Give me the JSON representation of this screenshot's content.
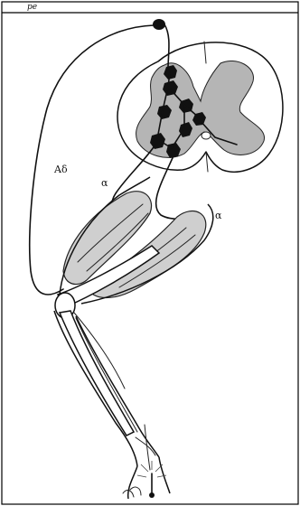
{
  "figure": {
    "top_caption": "pe",
    "labels": {
      "a_delta": "Aδ",
      "alpha_left": "α",
      "alpha_right": "α"
    }
  }
}
